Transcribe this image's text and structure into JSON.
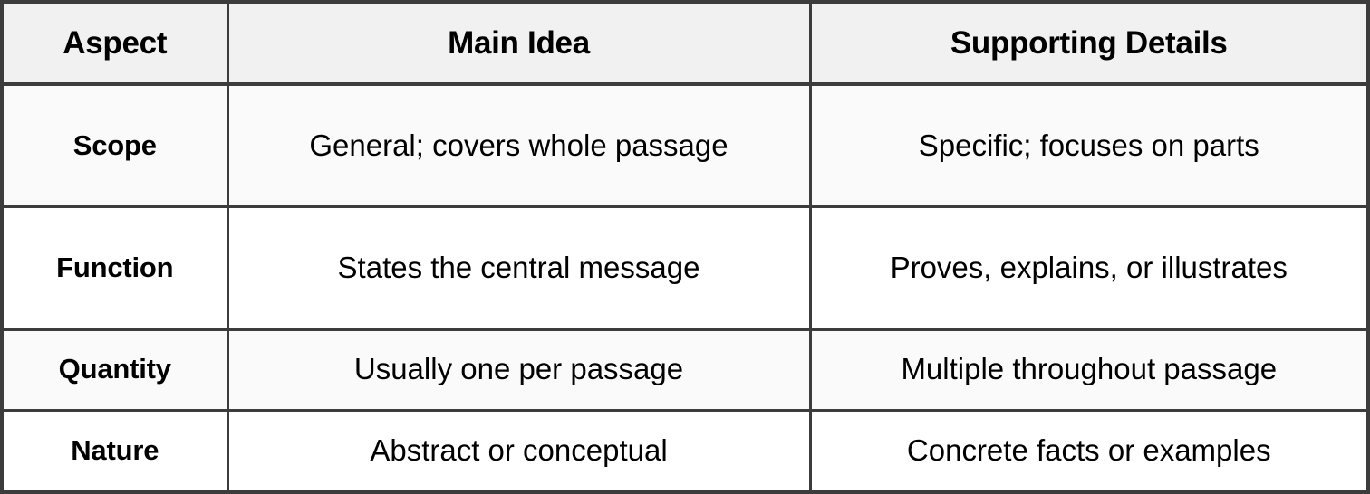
{
  "table": {
    "columns": [
      {
        "key": "aspect",
        "label": "Aspect"
      },
      {
        "key": "main",
        "label": "Main Idea"
      },
      {
        "key": "support",
        "label": "Supporting Details"
      }
    ],
    "rows": [
      {
        "aspect": "Scope",
        "main": "General; covers whole passage",
        "support": "Specific; focuses on parts"
      },
      {
        "aspect": "Function",
        "main": "States the central message",
        "support": "Proves, explains, or illustrates"
      },
      {
        "aspect": "Quantity",
        "main": "Usually one per passage",
        "support": "Multiple throughout passage"
      },
      {
        "aspect": "Nature",
        "main": "Abstract or conceptual",
        "support": "Concrete facts or examples"
      }
    ]
  },
  "colors": {
    "border": "#3c3c3c",
    "header_background": "#f1f1f1",
    "row_tint_background": "#fafafa",
    "row_plain_background": "#ffffff",
    "text": "#000000"
  }
}
